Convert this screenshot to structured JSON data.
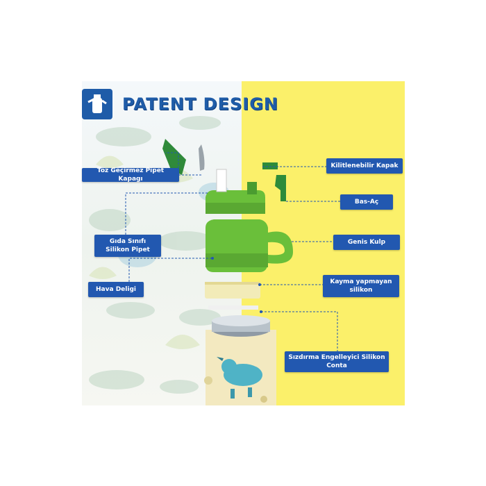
{
  "title": "PATENT DESIGN",
  "labels": {
    "toz": "Toz Geçirmez Pipet Kapagı",
    "gida": "Gıda Sınıfı Silikon Pipet",
    "hava": "Hava Deligi",
    "kilit": "Kilitlenebilir Kapak",
    "basac": "Bas-Aç",
    "kulp": "Genis Kulp",
    "kayma": "Kayma yapmayan silikon",
    "sizdirma": "Sızdırma Engelleyici Silikon Conta"
  },
  "icons": [
    "bottle-icon"
  ],
  "colors": {
    "label_bg": "#2258b0",
    "title": "#1f5ca8",
    "yellow": "#fbf06a",
    "lid_green": "#6abf3a",
    "dark_green": "#2e8b3a",
    "cream": "#f4ecc4"
  }
}
